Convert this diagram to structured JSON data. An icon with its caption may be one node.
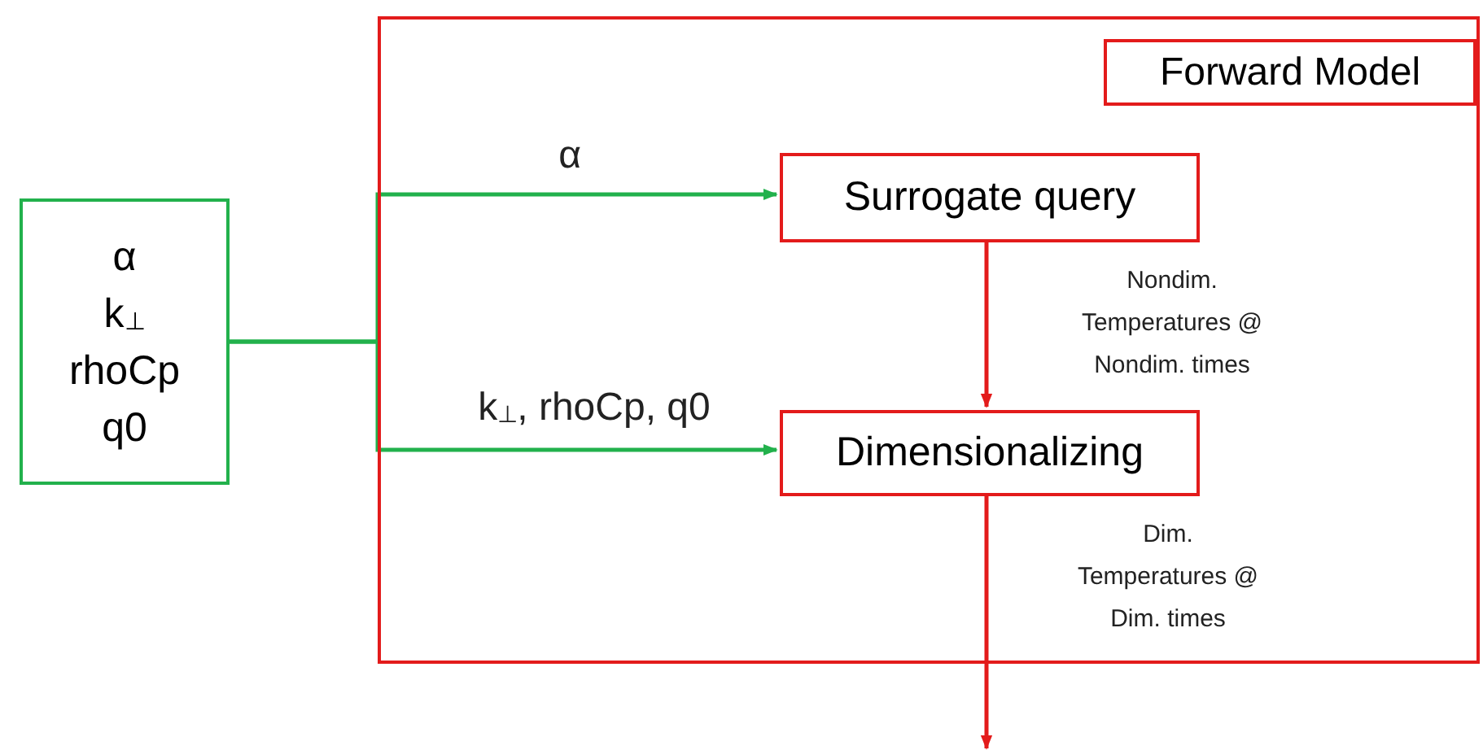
{
  "diagram": {
    "nodes": [
      {
        "text": [
          "α",
          "k$_{⊥}$",
          "rhoCp",
          "q0"
        ]
      },
      {
        "text": [
          "Forward Model"
        ]
      },
      {
        "text": [
          "Surrogate query"
        ],
        "in": 1
      },
      {
        "text": [
          "Dimensionalizing"
        ],
        "in": 1
      }
    ],
    "edges": [
      {
        "from": 0,
        "to": 2,
        "arrow": "to",
        "label": "α"
      },
      {
        "from": 0,
        "to": 3,
        "arrow": "to",
        "label": "k$_{⊥}$, rhoCp, q0"
      },
      {
        "from": 2,
        "to": 3,
        "arrow": "to",
        "label": "Nondim. Temperatures @ Nondim. times",
        "color": "#e31b1b"
      },
      {
        "from": 3,
        "to": null,
        "arrow": "to",
        "label": "Dim. Temperatures @ Dim. times",
        "color": "#e31b1b"
      }
    ]
  }
}
